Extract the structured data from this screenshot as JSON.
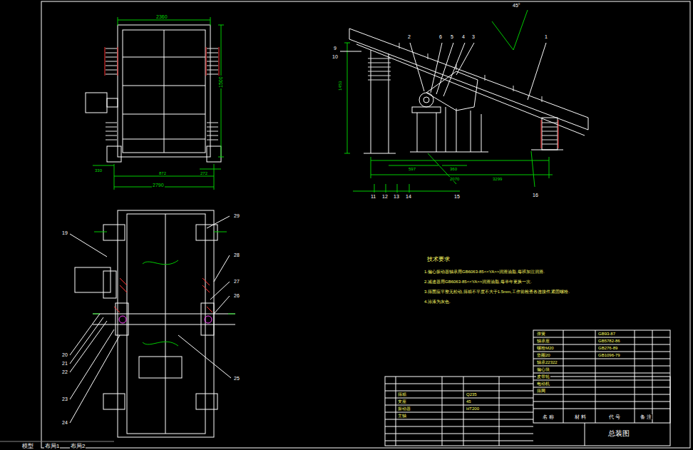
{
  "diagram": {
    "title": "总装图",
    "labels": [
      "2360",
      "1500",
      "2790",
      "330",
      "872",
      "272",
      "2",
      "6",
      "5",
      "4",
      "3",
      "1",
      "9",
      "10",
      "1453",
      "45°",
      "11",
      "12",
      "13",
      "14",
      "15",
      "16",
      "2070",
      "597",
      "360",
      "3299",
      "19",
      "20",
      "21",
      "22",
      "23",
      "24",
      "25",
      "26",
      "27",
      "28",
      "29",
      "技术要求",
      "1.偏心振动器轴承用GB6063-85<<YA>>润滑油脂,每班加注润滑.",
      "2.减速器用GB6063-85<<YA>>润滑油脂,每半年更换一次.",
      "3.筛面应平整无松动,筛箱不平度不大于1.5mm,工作前检查各连接件,紧固螺栓.",
      "4.涂漆为灰色.",
      "名 称",
      "材 料",
      "代 号",
      "备 注",
      "弹簧",
      "轴承座",
      "螺栓M20",
      "垫圈20",
      "轴承22322",
      "偏心块",
      "皮带轮",
      "电动机",
      "筛网",
      "GB93-87",
      "GB5782-86",
      "GB276-89",
      "GB1096-79",
      "筛箱",
      "支座",
      "振动器",
      "主轴",
      "Q235",
      "45",
      "HT200",
      "模型",
      "布局1",
      "布局2"
    ]
  }
}
